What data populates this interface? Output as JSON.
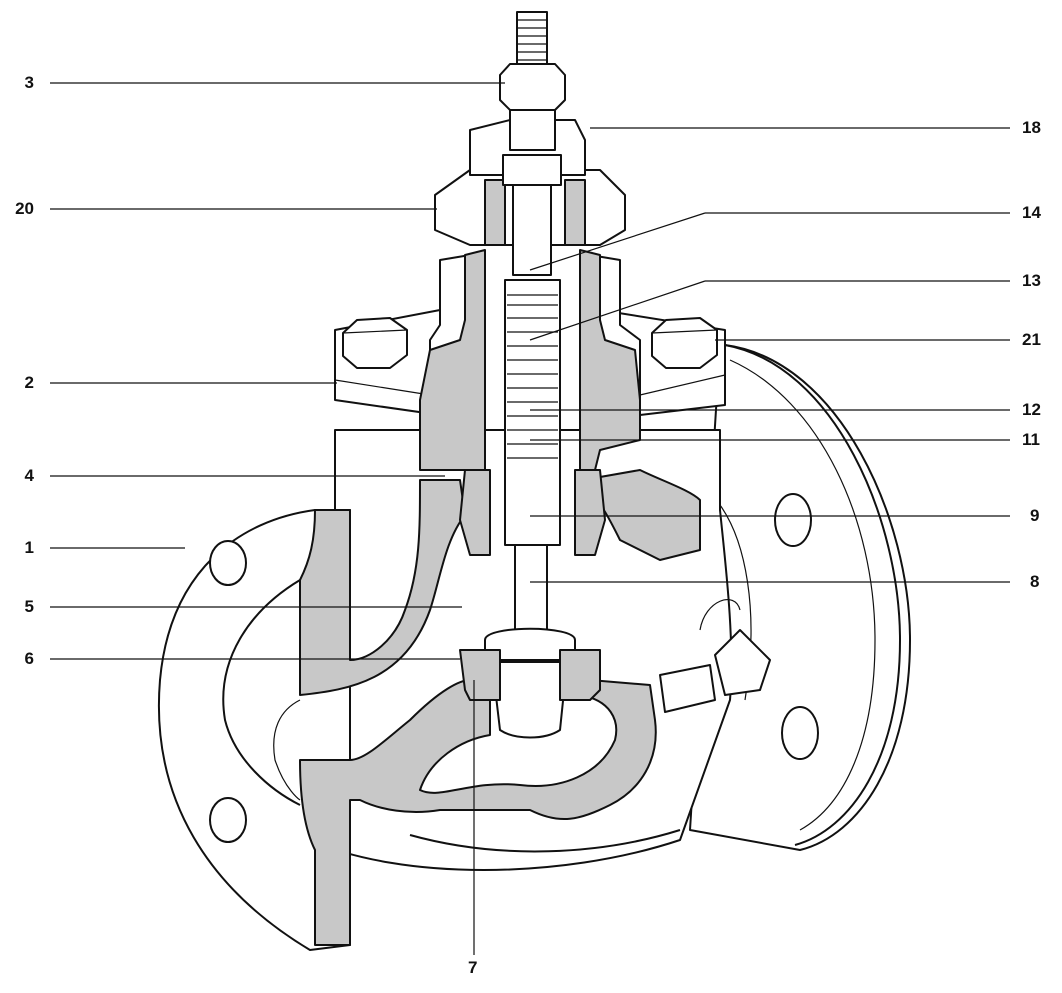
{
  "labels": {
    "l3": "3",
    "l20": "20",
    "l2": "2",
    "l4": "4",
    "l1": "1",
    "l5": "5",
    "l6": "6",
    "l7": "7",
    "l18": "18",
    "l14": "14",
    "l13": "13",
    "l21": "21",
    "l12": "12",
    "l11": "11",
    "l9": "9",
    "l8": "8"
  },
  "colors": {
    "section": "#c8c8c8",
    "outline": "#111111",
    "background": "#ffffff"
  }
}
